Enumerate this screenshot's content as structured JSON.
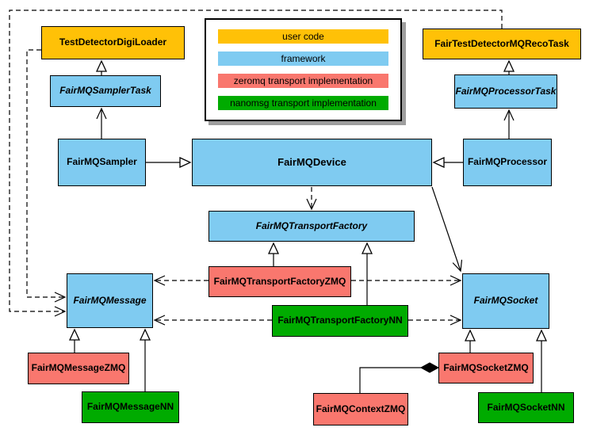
{
  "legend": {
    "items": [
      {
        "label": "user code",
        "color": "#FFC107"
      },
      {
        "label": "framework",
        "color": "#7FCBF1"
      },
      {
        "label": "zeromq transport implementation",
        "color": "#F9776E"
      },
      {
        "label": "nanomsg transport implementation",
        "color": "#00AB00"
      }
    ]
  },
  "colors": {
    "user_code": "#FFC107",
    "framework": "#7FCBF1",
    "zeromq": "#F9776E",
    "nanomsg": "#00AB00",
    "line": "#000000",
    "background": "#FFFFFF",
    "legend_shadow": "#9E9E9E"
  },
  "nodes": {
    "testDetectorDigiLoader": {
      "label": "TestDetectorDigiLoader",
      "category": "user code",
      "abstract": false
    },
    "fairTestDetectorMQRecoTask": {
      "label": "FairTestDetectorMQRecoTask",
      "category": "user code",
      "abstract": false
    },
    "fairMQSamplerTask": {
      "label": "FairMQSamplerTask",
      "category": "framework",
      "abstract": true
    },
    "fairMQProcessorTask": {
      "label": "FairMQProcessorTask",
      "category": "framework",
      "abstract": true
    },
    "fairMQSampler": {
      "label": "FairMQSampler",
      "category": "framework",
      "abstract": false
    },
    "fairMQDevice": {
      "label": "FairMQDevice",
      "category": "framework",
      "abstract": false
    },
    "fairMQProcessor": {
      "label": "FairMQProcessor",
      "category": "framework",
      "abstract": false
    },
    "fairMQTransportFactory": {
      "label": "FairMQTransportFactory",
      "category": "framework",
      "abstract": true
    },
    "fairMQTransportFactoryZMQ": {
      "label": "FairMQTransportFactoryZMQ",
      "category": "zeromq",
      "abstract": false
    },
    "fairMQTransportFactoryNN": {
      "label": "FairMQTransportFactoryNN",
      "category": "nanomsg",
      "abstract": false
    },
    "fairMQMessage": {
      "label": "FairMQMessage",
      "category": "framework",
      "abstract": true
    },
    "fairMQSocket": {
      "label": "FairMQSocket",
      "category": "framework",
      "abstract": true
    },
    "fairMQMessageZMQ": {
      "label": "FairMQMessageZMQ",
      "category": "zeromq",
      "abstract": false
    },
    "fairMQMessageNN": {
      "label": "FairMQMessageNN",
      "category": "nanomsg",
      "abstract": false
    },
    "fairMQContextZMQ": {
      "label": "FairMQContextZMQ",
      "category": "zeromq",
      "abstract": false
    },
    "fairMQSocketZMQ": {
      "label": "FairMQSocketZMQ",
      "category": "zeromq",
      "abstract": false
    },
    "fairMQSocketNN": {
      "label": "FairMQSocketNN",
      "category": "nanomsg",
      "abstract": false
    }
  },
  "edges": [
    {
      "between": [
        "FairMQSamplerTask",
        "TestDetectorDigiLoader"
      ],
      "line": "solid",
      "arrowhead": "hollow-triangle",
      "pointing_at": "TestDetectorDigiLoader"
    },
    {
      "between": [
        "FairMQSampler",
        "FairMQSamplerTask"
      ],
      "line": "solid",
      "arrowhead": "open",
      "pointing_at": "FairMQSamplerTask"
    },
    {
      "between": [
        "FairMQProcessorTask",
        "FairTestDetectorMQRecoTask"
      ],
      "line": "solid",
      "arrowhead": "hollow-triangle",
      "pointing_at": "FairTestDetectorMQRecoTask"
    },
    {
      "between": [
        "FairMQProcessor",
        "FairMQProcessorTask"
      ],
      "line": "solid",
      "arrowhead": "open",
      "pointing_at": "FairMQProcessorTask"
    },
    {
      "between": [
        "FairMQSampler",
        "FairMQDevice"
      ],
      "line": "solid",
      "arrowhead": "hollow-triangle",
      "pointing_at": "FairMQDevice"
    },
    {
      "between": [
        "FairMQProcessor",
        "FairMQDevice"
      ],
      "line": "solid",
      "arrowhead": "hollow-triangle",
      "pointing_at": "FairMQDevice"
    },
    {
      "between": [
        "FairMQDevice",
        "FairMQTransportFactory"
      ],
      "line": "dashed",
      "arrowhead": "open",
      "pointing_at": "FairMQTransportFactory"
    },
    {
      "between": [
        "FairMQDevice",
        "FairMQSocket"
      ],
      "line": "solid",
      "arrowhead": "open",
      "pointing_at": "FairMQSocket"
    },
    {
      "between": [
        "FairMQTransportFactoryZMQ",
        "FairMQTransportFactory"
      ],
      "line": "solid",
      "arrowhead": "hollow-triangle",
      "pointing_at": "FairMQTransportFactory"
    },
    {
      "between": [
        "FairMQTransportFactoryNN",
        "FairMQTransportFactory"
      ],
      "line": "solid",
      "arrowhead": "hollow-triangle",
      "pointing_at": "FairMQTransportFactory"
    },
    {
      "between": [
        "FairMQTransportFactoryZMQ",
        "FairMQMessage"
      ],
      "line": "dashed",
      "arrowhead": "open",
      "pointing_at": "FairMQMessage"
    },
    {
      "between": [
        "FairMQTransportFactoryZMQ",
        "FairMQSocket"
      ],
      "line": "dashed",
      "arrowhead": "open",
      "pointing_at": "FairMQSocket"
    },
    {
      "between": [
        "FairMQTransportFactoryNN",
        "FairMQMessage"
      ],
      "line": "dashed",
      "arrowhead": "open",
      "pointing_at": "FairMQMessage"
    },
    {
      "between": [
        "FairMQTransportFactoryNN",
        "FairMQSocket"
      ],
      "line": "dashed",
      "arrowhead": "open",
      "pointing_at": "FairMQSocket"
    },
    {
      "between": [
        "TestDetectorDigiLoader",
        "FairMQMessage"
      ],
      "line": "dashed",
      "arrowhead": "open",
      "pointing_at": "FairMQMessage"
    },
    {
      "between": [
        "FairTestDetectorMQRecoTask",
        "FairMQMessage"
      ],
      "line": "dashed",
      "arrowhead": "open",
      "pointing_at": "FairMQMessage"
    },
    {
      "between": [
        "FairMQMessageZMQ",
        "FairMQMessage"
      ],
      "line": "solid",
      "arrowhead": "hollow-triangle",
      "pointing_at": "FairMQMessage"
    },
    {
      "between": [
        "FairMQMessageNN",
        "FairMQMessage"
      ],
      "line": "solid",
      "arrowhead": "hollow-triangle",
      "pointing_at": "FairMQMessage"
    },
    {
      "between": [
        "FairMQSocketZMQ",
        "FairMQSocket"
      ],
      "line": "solid",
      "arrowhead": "hollow-triangle",
      "pointing_at": "FairMQSocket"
    },
    {
      "between": [
        "FairMQSocketNN",
        "FairMQSocket"
      ],
      "line": "solid",
      "arrowhead": "hollow-triangle",
      "pointing_at": "FairMQSocket"
    },
    {
      "between": [
        "FairMQContextZMQ",
        "FairMQSocketZMQ"
      ],
      "line": "solid",
      "arrowhead": "filled-diamond",
      "pointing_at": "FairMQSocketZMQ"
    }
  ]
}
